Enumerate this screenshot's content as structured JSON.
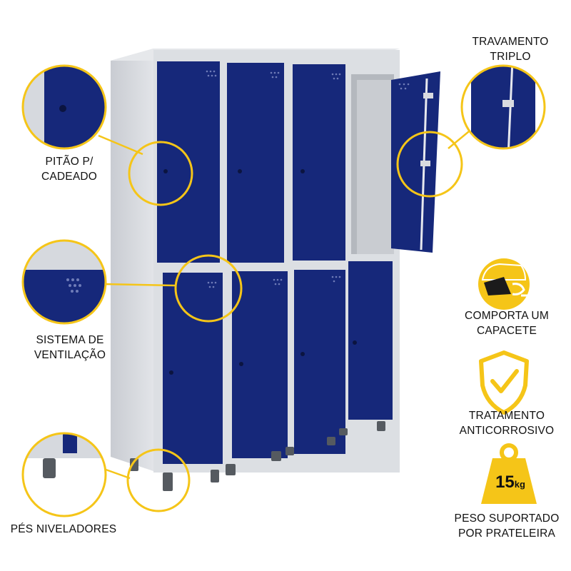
{
  "colors": {
    "door_blue": "#16287a",
    "frame_gray": "#d6d9de",
    "callout_yellow": "#f5c518",
    "text": "#111111"
  },
  "labels": {
    "padlock": [
      "PITÃO P/",
      "CADEADO"
    ],
    "ventilation": [
      "SISTEMA DE",
      "VENTILAÇÃO"
    ],
    "feet": [
      "PÉS NIVELADORES"
    ],
    "locking": [
      "TRAVAMENTO",
      "TRIPLO"
    ],
    "helmet": [
      "COMPORTA UM",
      "CAPACETE"
    ],
    "anticorrosion": [
      "TRATAMENTO",
      "ANTICORROSIVO"
    ],
    "shelf_weight": [
      "PESO SUPORTADO",
      "POR PRATELEIRA"
    ]
  },
  "weight_badge": {
    "value": "15",
    "unit": "kg"
  },
  "icons": [
    "helmet-icon",
    "shield-check-icon",
    "weight-icon"
  ]
}
